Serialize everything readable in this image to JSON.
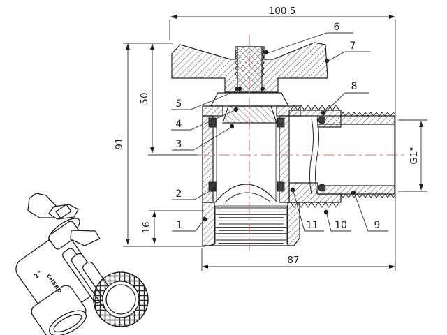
{
  "drawing": {
    "type": "valve-cross-section-technical-drawing",
    "dimensions": {
      "top_width": "100.5",
      "overall_height": "91",
      "upper_height": "50",
      "port_depth": "16",
      "body_length": "87",
      "outlet_thread": "G1\""
    },
    "callouts": [
      "1",
      "2",
      "3",
      "4",
      "5",
      "6",
      "7",
      "8",
      "9",
      "10",
      "11"
    ],
    "iso_view": {
      "size_mark": "1\"",
      "brand_mark": "CHERO"
    },
    "colors": {
      "line": "#222222",
      "centerline": "#dd6f6f",
      "hatch": "#4a4a4a",
      "background": "#ffffff"
    }
  }
}
